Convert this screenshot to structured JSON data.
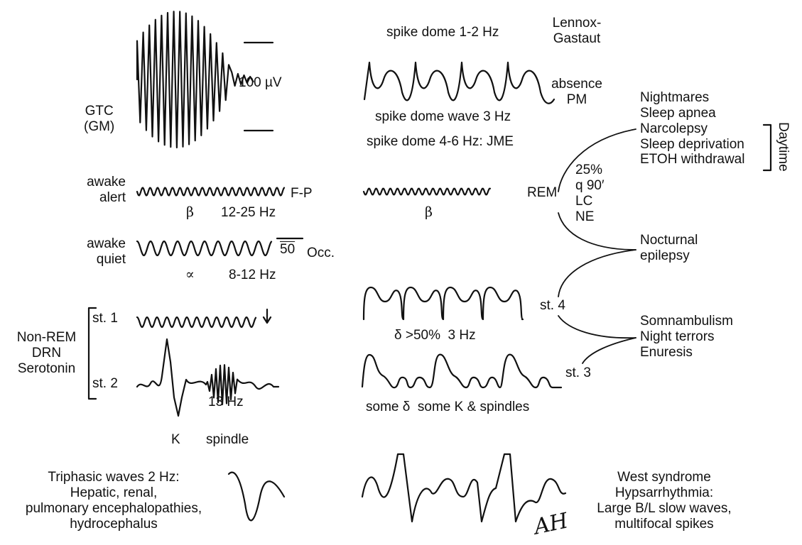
{
  "labels": {
    "gtc": "GTC\n(GM)",
    "uv_scale": "100 µV",
    "spike_dome_12": "spike dome 1-2 Hz",
    "lennox": "Lennox-\nGastaut",
    "absence": "absence\nPM",
    "spike_dome_wave_3": "spike dome wave 3 Hz",
    "spike_dome_46": "spike dome 4-6 Hz: JME",
    "awake_alert": "awake\nalert",
    "fp": "F-P",
    "beta1": "β",
    "beta_hz": "12-25 Hz",
    "beta2": "β",
    "rem": "REM",
    "rem_notes": "25%\nq 90′\nLC\nNE",
    "daytime_list": "Nightmares\nSleep apnea\nNarcolepsy\nSleep deprivation\nETOH withdrawal",
    "daytime": "Daytime",
    "awake_quiet": "awake\nquiet",
    "fifty": "50",
    "occ": "Occ.",
    "alpha": "∝",
    "alpha_hz": "8-12 Hz",
    "nocturnal": "Nocturnal\nepilepsy",
    "st1": "st. 1",
    "st4": "st. 4",
    "st2": "st. 2",
    "st3": "st. 3",
    "delta_label": "δ >50%  3 Hz",
    "some_delta": "some δ  some K & spindles",
    "somnambulism": "Somnambulism\nNight terrors\nEnuresis",
    "nonrem": "Non-REM\nDRN\nSerotonin",
    "thirteen_hz": "13 Hz",
    "k": "K",
    "spindle": "spindle",
    "triphasic": "Triphasic waves 2 Hz:\nHepatic, renal,\npulmonary encephalopathies,\nhydrocephalus",
    "west": "West syndrome\nHypsarrhythmia:\nLarge B/L slow waves,\nmultifocal spikes",
    "signature": "AH"
  },
  "colors": {
    "ink": "#111111",
    "background": "#ffffff"
  }
}
